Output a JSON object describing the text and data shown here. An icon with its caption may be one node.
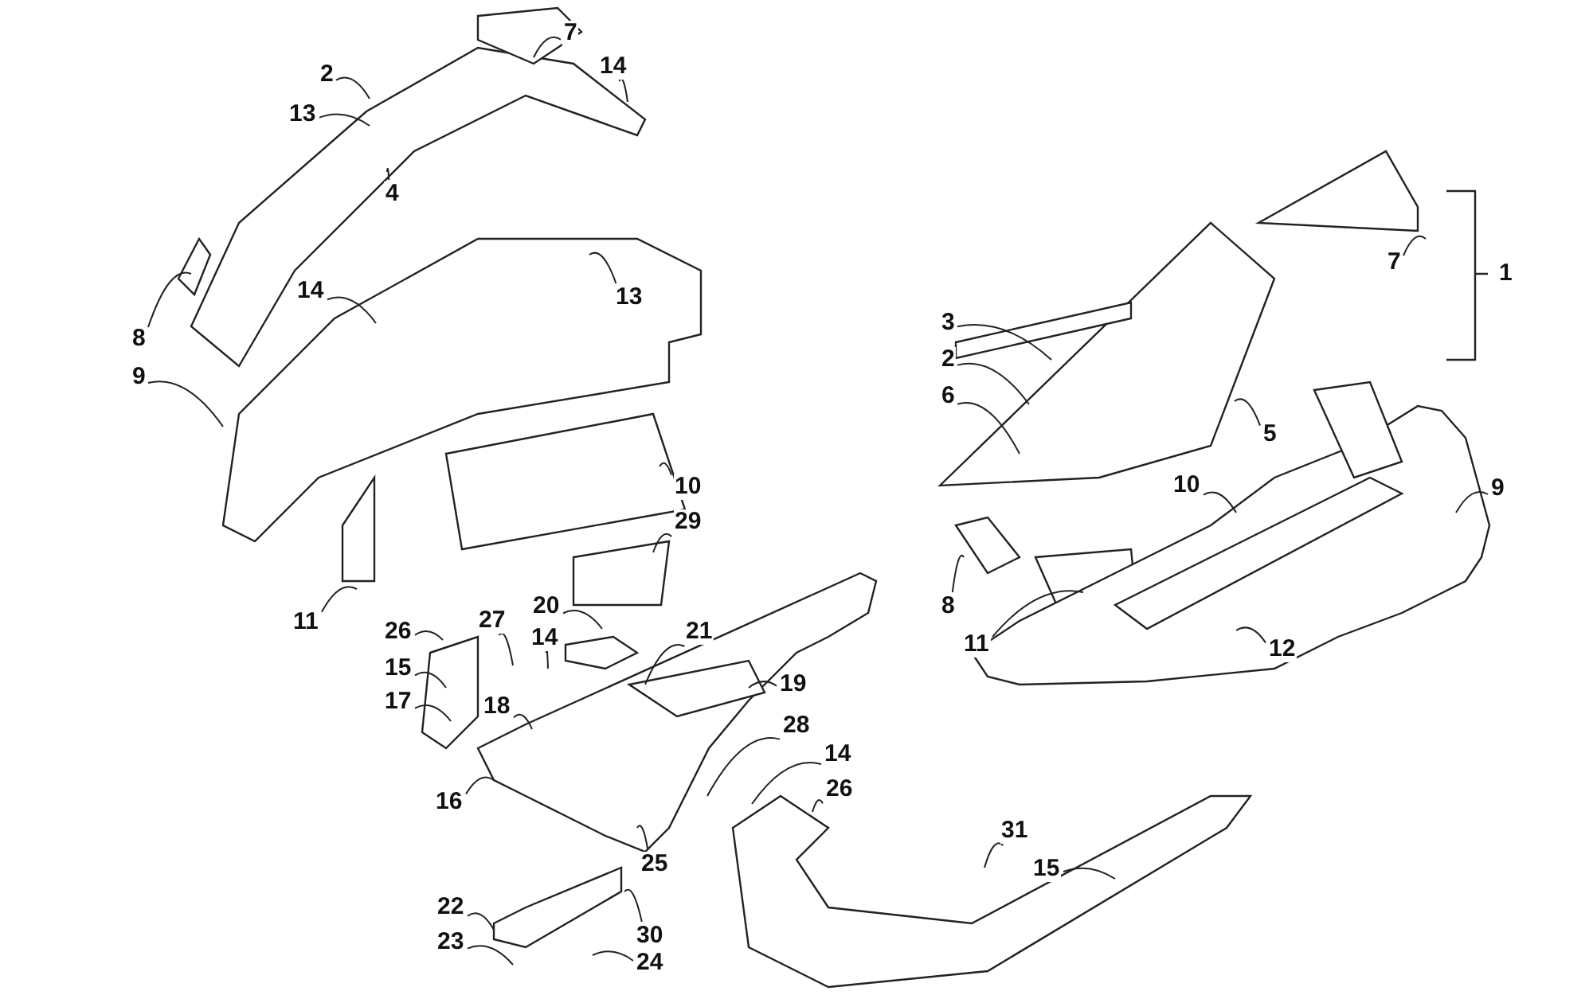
{
  "diagram": {
    "nodes": [
      {
        "text": [
          "2"
        ]
      },
      {
        "text": [
          "13"
        ]
      },
      {
        "text": [
          "4"
        ]
      },
      {
        "text": [
          "7"
        ]
      },
      {
        "text": [
          "14"
        ]
      },
      {
        "text": [
          "14"
        ]
      },
      {
        "text": [
          "13"
        ]
      },
      {
        "text": [
          "8"
        ]
      },
      {
        "text": [
          "9"
        ]
      },
      {
        "text": [
          "10"
        ]
      },
      {
        "text": [
          "29"
        ]
      },
      {
        "text": [
          "11"
        ]
      },
      {
        "text": [
          "26"
        ]
      },
      {
        "text": [
          "27"
        ]
      },
      {
        "text": [
          "20"
        ]
      },
      {
        "text": [
          "14"
        ]
      },
      {
        "text": [
          "21"
        ]
      },
      {
        "text": [
          "15"
        ]
      },
      {
        "text": [
          "17"
        ]
      },
      {
        "text": [
          "18"
        ]
      },
      {
        "text": [
          "19"
        ]
      },
      {
        "text": [
          "28"
        ]
      },
      {
        "text": [
          "14"
        ]
      },
      {
        "text": [
          "26"
        ]
      },
      {
        "text": [
          "16"
        ]
      },
      {
        "text": [
          "25"
        ]
      },
      {
        "text": [
          "22"
        ]
      },
      {
        "text": [
          "23"
        ]
      },
      {
        "text": [
          "30"
        ]
      },
      {
        "text": [
          "24"
        ]
      },
      {
        "text": [
          "31"
        ]
      },
      {
        "text": [
          "15"
        ]
      },
      {
        "text": [
          "3"
        ]
      },
      {
        "text": [
          "2"
        ]
      },
      {
        "text": [
          "6"
        ]
      },
      {
        "text": [
          "5"
        ]
      },
      {
        "text": [
          "7"
        ]
      },
      {
        "text": [
          "10"
        ]
      },
      {
        "text": [
          "9"
        ]
      },
      {
        "text": [
          "8"
        ]
      },
      {
        "text": [
          "11"
        ]
      },
      {
        "text": [
          "12"
        ]
      },
      {
        "text": [
          "1"
        ]
      }
    ],
    "edges": [
      {
        "from": 0,
        "to": null,
        "arrow": "none"
      },
      {
        "from": 1,
        "to": null,
        "arrow": "none"
      },
      {
        "from": 2,
        "to": null,
        "arrow": "none"
      },
      {
        "from": 3,
        "to": null,
        "arrow": "none"
      },
      {
        "from": 4,
        "to": null,
        "arrow": "none"
      },
      {
        "from": 5,
        "to": null,
        "arrow": "none"
      },
      {
        "from": 6,
        "to": null,
        "arrow": "none"
      },
      {
        "from": 7,
        "to": null,
        "arrow": "none"
      },
      {
        "from": 8,
        "to": null,
        "arrow": "none"
      },
      {
        "from": 9,
        "to": null,
        "arrow": "none"
      },
      {
        "from": 10,
        "to": null,
        "arrow": "none"
      },
      {
        "from": 11,
        "to": null,
        "arrow": "none"
      },
      {
        "from": 12,
        "to": null,
        "arrow": "none"
      },
      {
        "from": 13,
        "to": null,
        "arrow": "none"
      },
      {
        "from": 14,
        "to": null,
        "arrow": "none"
      },
      {
        "from": 15,
        "to": null,
        "arrow": "none"
      },
      {
        "from": 16,
        "to": null,
        "arrow": "none"
      },
      {
        "from": 17,
        "to": null,
        "arrow": "none"
      },
      {
        "from": 18,
        "to": null,
        "arrow": "none"
      },
      {
        "from": 19,
        "to": null,
        "arrow": "none"
      },
      {
        "from": 20,
        "to": null,
        "arrow": "none"
      },
      {
        "from": 21,
        "to": null,
        "arrow": "none"
      },
      {
        "from": 22,
        "to": null,
        "arrow": "none"
      },
      {
        "from": 23,
        "to": null,
        "arrow": "none"
      },
      {
        "from": 24,
        "to": null,
        "arrow": "none"
      },
      {
        "from": 25,
        "to": null,
        "arrow": "none"
      },
      {
        "from": 26,
        "to": null,
        "arrow": "none"
      },
      {
        "from": 27,
        "to": null,
        "arrow": "none"
      },
      {
        "from": 28,
        "to": null,
        "arrow": "none"
      },
      {
        "from": 29,
        "to": null,
        "arrow": "none"
      },
      {
        "from": 30,
        "to": null,
        "arrow": "none"
      },
      {
        "from": 31,
        "to": null,
        "arrow": "none"
      },
      {
        "from": 32,
        "to": null,
        "arrow": "none"
      },
      {
        "from": 33,
        "to": null,
        "arrow": "none"
      },
      {
        "from": 34,
        "to": null,
        "arrow": "none"
      },
      {
        "from": 35,
        "to": null,
        "arrow": "none"
      },
      {
        "from": 36,
        "to": null,
        "arrow": "none"
      },
      {
        "from": 37,
        "to": null,
        "arrow": "none"
      },
      {
        "from": 38,
        "to": null,
        "arrow": "none"
      },
      {
        "from": 39,
        "to": null,
        "arrow": "none"
      },
      {
        "from": 40,
        "to": null,
        "arrow": "none"
      },
      {
        "from": 41,
        "to": null,
        "arrow": "none"
      }
    ]
  }
}
